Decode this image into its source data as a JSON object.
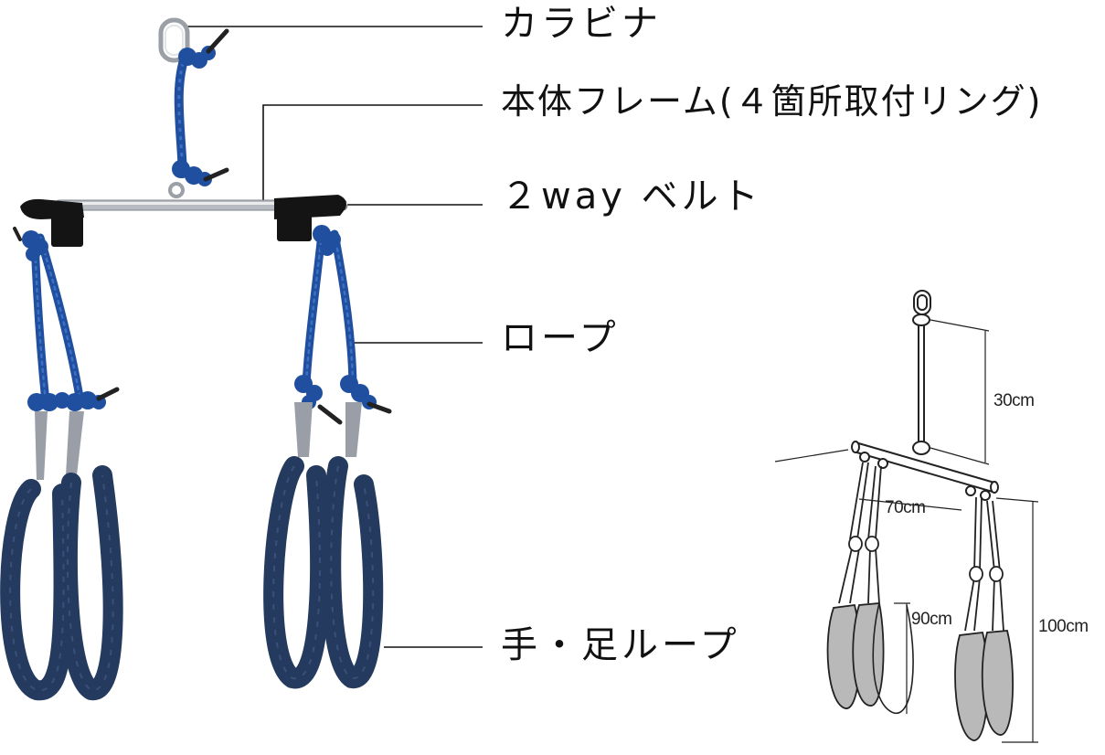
{
  "callouts": {
    "carabiner": "カラビナ",
    "frame": "本体フレーム(４箇所取付リング)",
    "belt": "２way ベルト",
    "rope": "ロープ",
    "loop": "手・足ループ"
  },
  "dimensions": {
    "suspension_length": "30cm",
    "frame_width": "70cm",
    "loop_length": "90cm",
    "total_height": "100cm"
  },
  "colors": {
    "rope": "#1f4f9e",
    "loop_fabric": "#243a5e",
    "strap_gray": "#9a9ea6",
    "frame_metal": "#b8bcc2",
    "belt_black": "#141414",
    "diagram_loop_fill": "#b9b9b9"
  }
}
